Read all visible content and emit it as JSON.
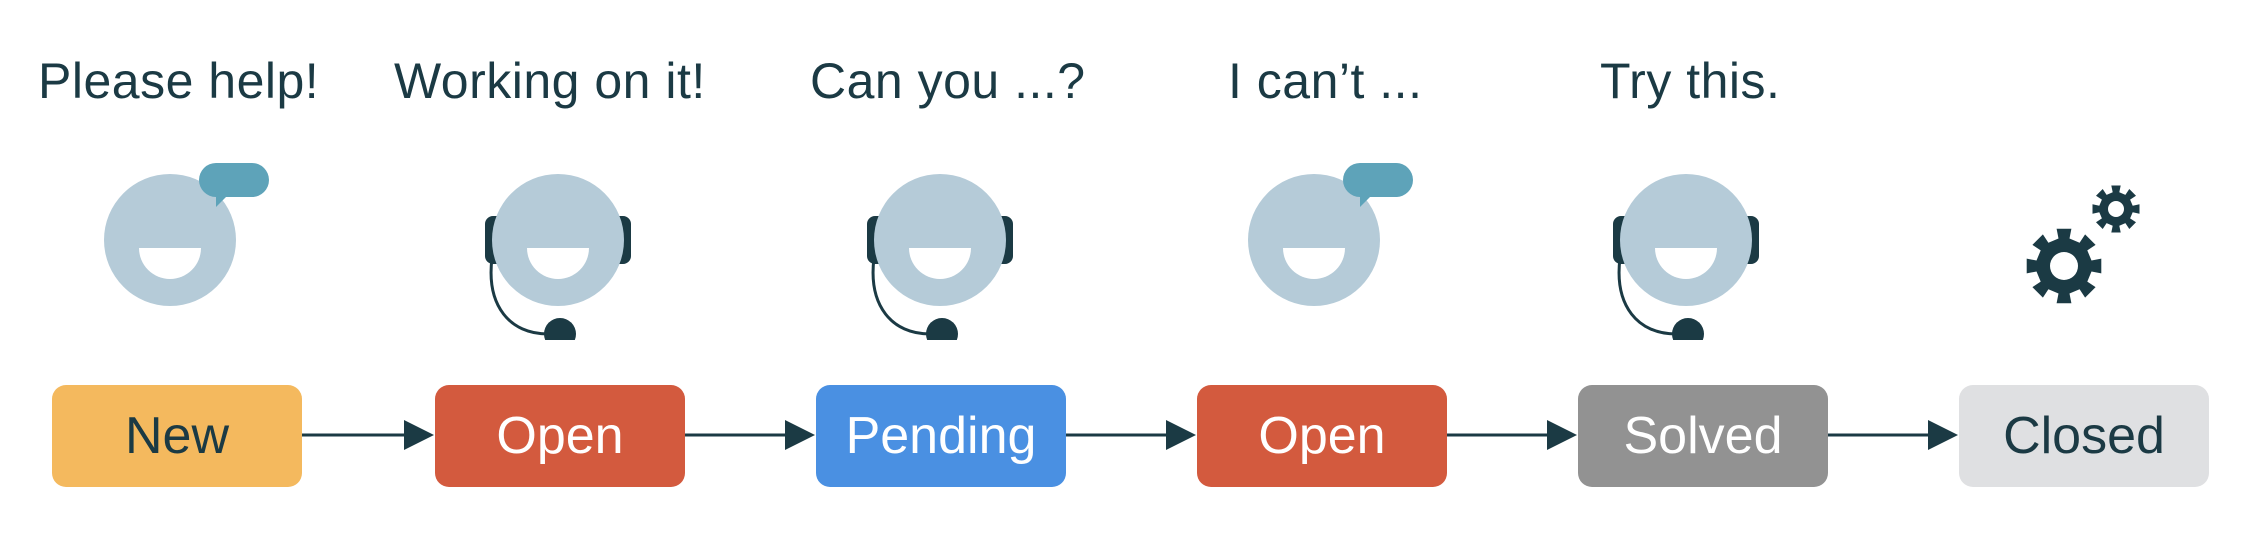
{
  "flow": {
    "steps": [
      {
        "quote": "Please help!",
        "status": "New",
        "actor": "customer",
        "color": "#f4b95e",
        "text_color": "#1b3a44"
      },
      {
        "quote": "Working on it!",
        "status": "Open",
        "actor": "agent",
        "color": "#d35a3e",
        "text_color": "#ffffff"
      },
      {
        "quote": "Can you ...?",
        "status": "Pending",
        "actor": "agent",
        "color": "#4a90e2",
        "text_color": "#ffffff"
      },
      {
        "quote": "I can’t ...",
        "status": "Open",
        "actor": "customer",
        "color": "#d35a3e",
        "text_color": "#ffffff"
      },
      {
        "quote": "Try this.",
        "status": "Solved",
        "actor": "agent",
        "color": "#929292",
        "text_color": "#ffffff"
      },
      {
        "quote": "",
        "status": "Closed",
        "actor": "gears",
        "color": "#dfe0e2",
        "text_color": "#1b3a44"
      }
    ]
  },
  "icons": {
    "face": "#b5cbd8",
    "bubble": "#5ea3b9",
    "dark": "#1b3a44",
    "arrow": "#1b3a44"
  }
}
